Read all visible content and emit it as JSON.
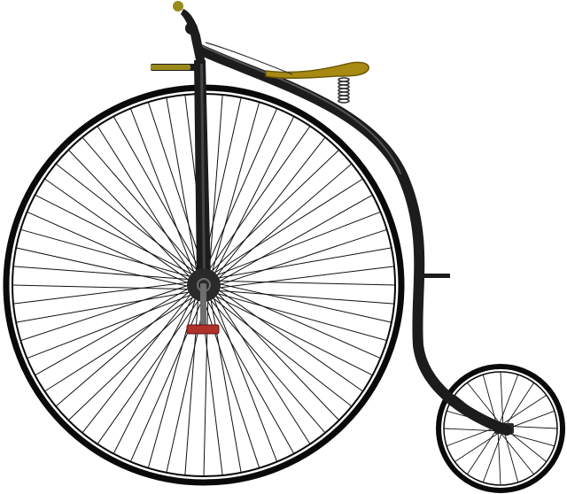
{
  "image": {
    "subject": "penny-farthing-bicycle",
    "style": "vector-illustration",
    "background_color": "#ffffff"
  },
  "colors": {
    "frame": "#1c1c1c",
    "rim": "#0a0a0a",
    "spoke": "#111111",
    "hub": "#2a2a2a",
    "hub_highlight": "#6e6e6e",
    "saddle": "#a88a12",
    "saddle_dark": "#6d5a08",
    "handle_grip": "#9a8a1c",
    "pedal": "#b0302a",
    "spring": "#333333"
  },
  "parts": {
    "large_wheel_spokes": 64,
    "small_wheel_spokes": 20
  }
}
